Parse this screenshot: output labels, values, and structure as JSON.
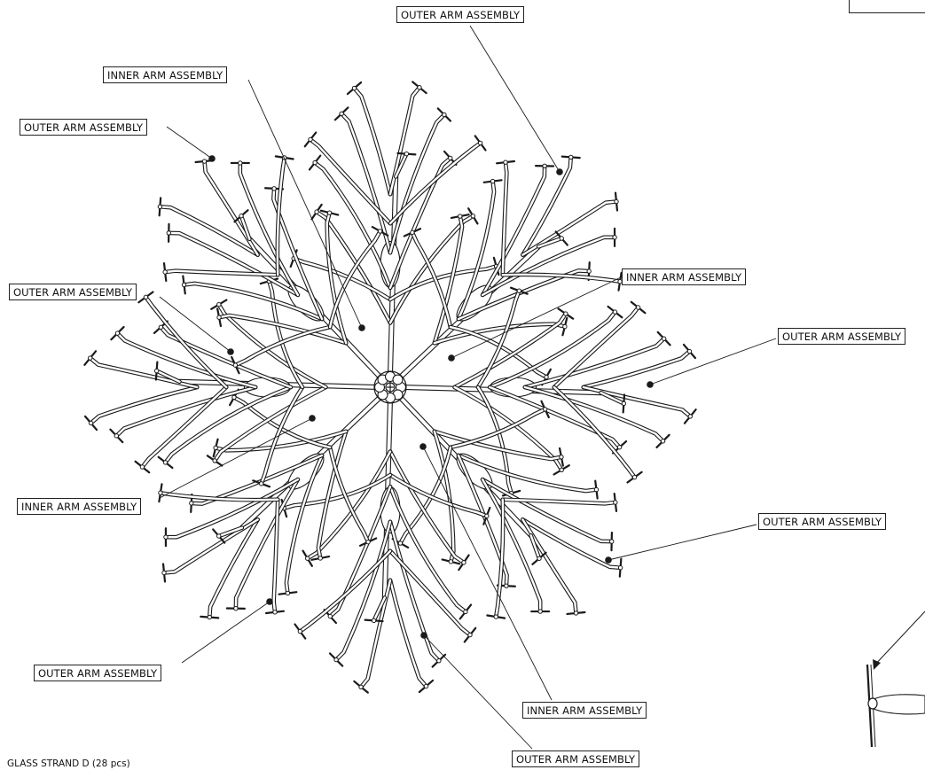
{
  "labels": {
    "outer_top": "OUTER ARM ASSEMBLY",
    "inner_top": "INNER ARM ASSEMBLY",
    "outer_upper_left": "OUTER ARM ASSEMBLY",
    "outer_mid_left": "OUTER ARM ASSEMBLY",
    "inner_right": "INNER ARM ASSEMBLY",
    "outer_right": "OUTER ARM ASSEMBLY",
    "inner_left": "INNER ARM ASSEMBLY",
    "outer_lower_right": "OUTER ARM ASSEMBLY",
    "outer_lower_left": "OUTER ARM ASSEMBLY",
    "inner_bottom": "INNER ARM ASSEMBLY",
    "outer_bottom": "OUTER ARM ASSEMBLY"
  },
  "caption": "GLASS STRAND D (28 pcs)",
  "colors": {
    "line": "#1a1a1a",
    "background": "#ffffff"
  },
  "icons": {
    "hub": "center-hub-icon",
    "strand": "glass-strand-icon"
  }
}
